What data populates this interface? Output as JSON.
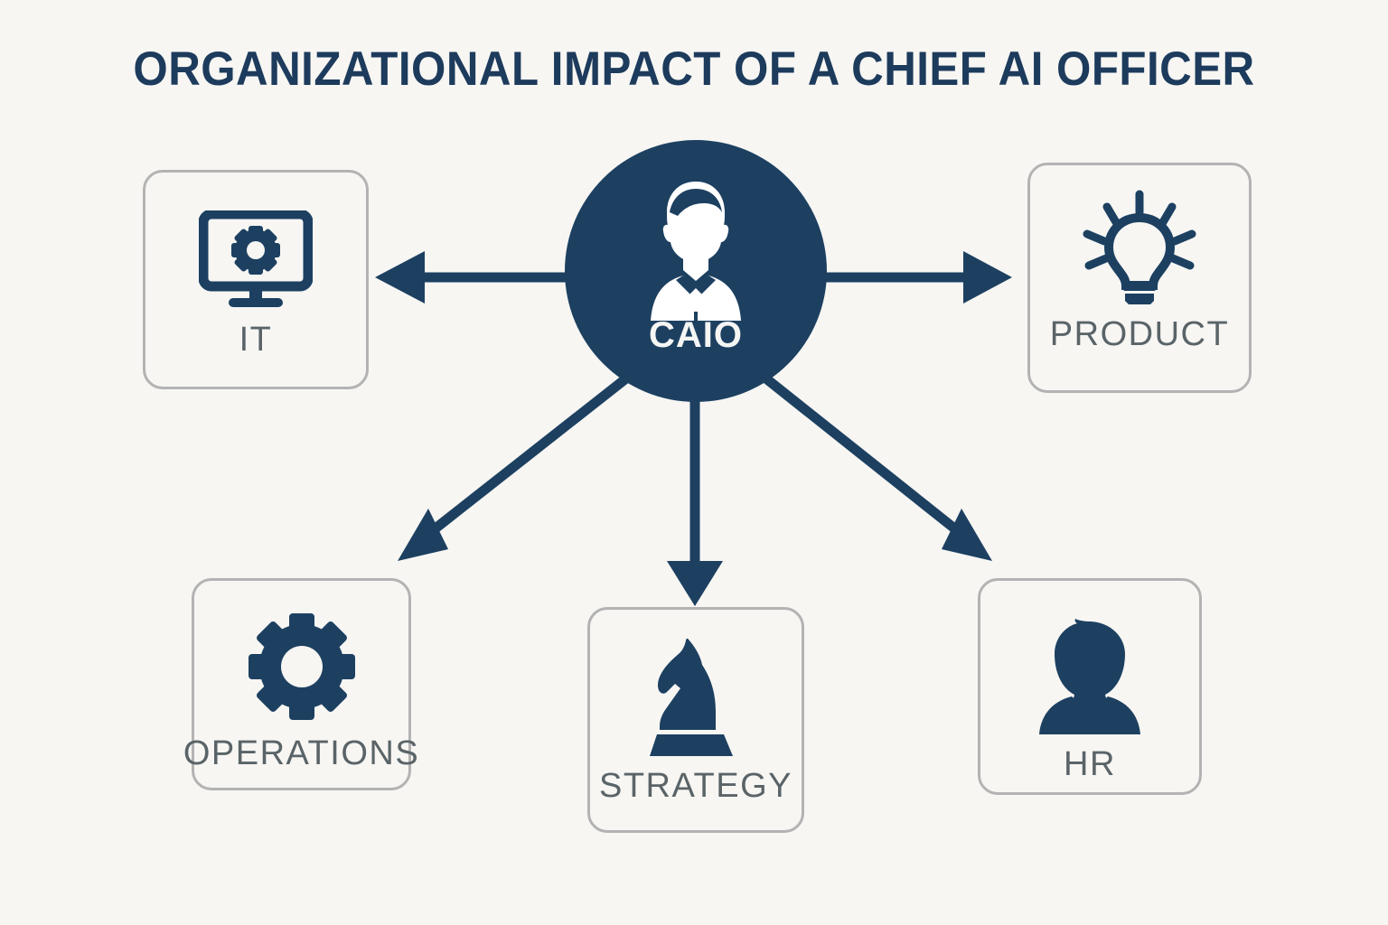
{
  "page": {
    "title": "ORGANIZATIONAL IMPACT OF A CHIEF AI OFFICER",
    "background_color": "#f7f6f3",
    "accent_color": "#1d4061",
    "label_color": "#5a6468",
    "card_border_color": "#b3b3b3"
  },
  "hub": {
    "label": "CAIO",
    "icon": "businessman-icon",
    "fill_color": "#1d4061",
    "text_color": "#f5f5f4"
  },
  "departments": [
    {
      "id": "it",
      "label": "IT",
      "icon": "monitor-gear-icon",
      "position": "left",
      "arrow": "left-arrow"
    },
    {
      "id": "product",
      "label": "PRODUCT",
      "icon": "lightbulb-icon",
      "position": "right",
      "arrow": "right-arrow"
    },
    {
      "id": "operations",
      "label": "OPERATIONS",
      "icon": "gear-icon",
      "position": "bottom-left",
      "arrow": "diagonal-down-left-arrow"
    },
    {
      "id": "strategy",
      "label": "STRATEGY",
      "icon": "chess-knight-icon",
      "position": "bottom-center",
      "arrow": "down-arrow"
    },
    {
      "id": "hr",
      "label": "HR",
      "icon": "person-bust-icon",
      "position": "bottom-right",
      "arrow": "diagonal-down-right-arrow"
    }
  ]
}
